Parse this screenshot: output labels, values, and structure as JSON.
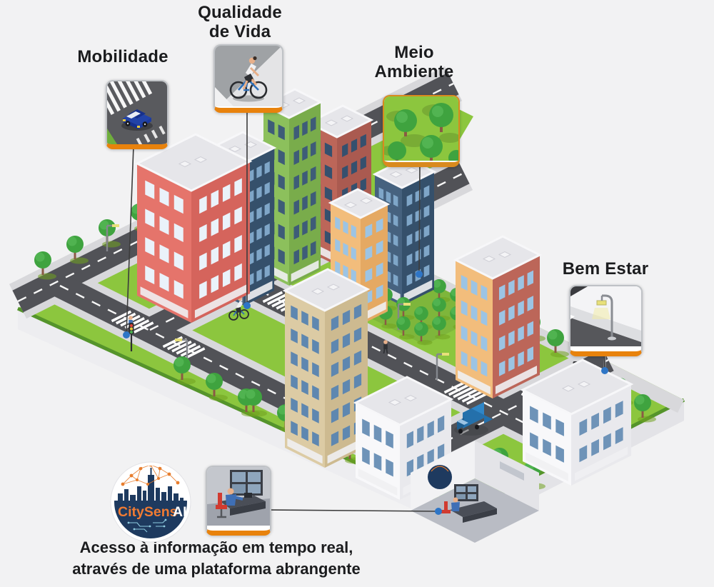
{
  "cards": [
    {
      "id": "mobilidade",
      "label": "Mobilidade",
      "icon": "car-at-crosswalk-icon"
    },
    {
      "id": "qualidade-de-vida",
      "label_line1": "Qualidade",
      "label_line2": "de Vida",
      "icon": "cyclist-icon"
    },
    {
      "id": "meio-ambiente",
      "label_line1": "Meio",
      "label_line2": "Ambiente",
      "icon": "park-trees-icon"
    },
    {
      "id": "bem-estar",
      "label": "Bem Estar",
      "icon": "street-lamp-icon"
    },
    {
      "id": "plataforma",
      "label": "",
      "icon": "control-room-operator-icon"
    }
  ],
  "caption": {
    "line1": "Acesso à informação em tempo real,",
    "line2": "através de uma plataforma abrangente"
  },
  "logo": {
    "text_primary": "CitySens",
    "text_suffix": "AI"
  },
  "palette": {
    "background": "#F2F2F3",
    "text": "#1B1C1E",
    "accent_orange": "#E8820C",
    "connector_line": "#3C3C3C",
    "connector_dot_blue": "#2E75C6",
    "grass": "#8CC63E",
    "grass_rim": "#55942B",
    "road": "#515257",
    "sidewalk": "#D8D8DB",
    "tree_green": "#3FA33F",
    "logo_navy": "#1E3A5F",
    "logo_orange": "#F07B33",
    "truck_blue": "#2F86C7",
    "car_blue": "#2243A8"
  }
}
